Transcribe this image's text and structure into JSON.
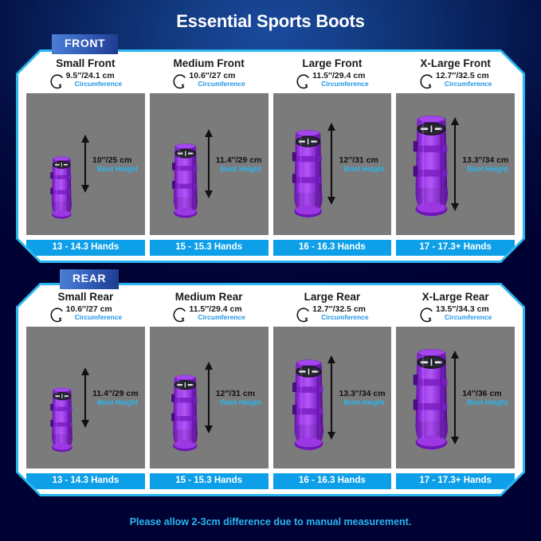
{
  "title": "Essential Sports Boots",
  "footer_note": "Please allow 2-3cm difference due to manual measurement.",
  "colors": {
    "background_dark": "#000233",
    "background_glow": "#1b4a9e",
    "accent_cyan": "#29b6f0",
    "chip_blue": "#0d9fe8",
    "panel_white": "#ffffff",
    "photo_gray": "#7b7b7b",
    "boot_purple": "#8b28d6",
    "text_dark": "#1a1a1a"
  },
  "labels": {
    "circumference": "Circumference",
    "boot_height": "Boot Height"
  },
  "sections": [
    {
      "badge": "FRONT",
      "sizes": [
        {
          "name": "Small Front",
          "circumference": "9.5″/24.1 cm",
          "height": "10″/25 cm",
          "hands": "13 - 14.3 Hands",
          "boot_scale": 0.62
        },
        {
          "name": "Medium Front",
          "circumference": "10.6″/27 cm",
          "height": "11.4″/29 cm",
          "hands": "15 - 15.3 Hands",
          "boot_scale": 0.74
        },
        {
          "name": "Large Front",
          "circumference": "11.5″/29.4 cm",
          "height": "12″/31 cm",
          "hands": "16 - 16.3 Hands",
          "boot_scale": 0.87
        },
        {
          "name": "X-Large Front",
          "circumference": "12.7″/32.5 cm",
          "height": "13.3″/34 cm",
          "hands": "17 - 17.3+ Hands",
          "boot_scale": 1.0
        }
      ]
    },
    {
      "badge": "REAR",
      "sizes": [
        {
          "name": "Small Rear",
          "circumference": "10.6″/27 cm",
          "height": "11.4″/29 cm",
          "hands": "13 - 14.3 Hands",
          "boot_scale": 0.64
        },
        {
          "name": "Medium Rear",
          "circumference": "11.5″/29.4 cm",
          "height": "12″/31 cm",
          "hands": "15 - 15.3 Hands",
          "boot_scale": 0.76
        },
        {
          "name": "Large Rear",
          "circumference": "12.7″/32.5 cm",
          "height": "13.3″/34 cm",
          "hands": "16 - 16.3 Hands",
          "boot_scale": 0.9
        },
        {
          "name": "X-Large Rear",
          "circumference": "13.5″/34.3 cm",
          "height": "14″/36 cm",
          "hands": "17 - 17.3+ Hands",
          "boot_scale": 1.0
        }
      ]
    }
  ]
}
